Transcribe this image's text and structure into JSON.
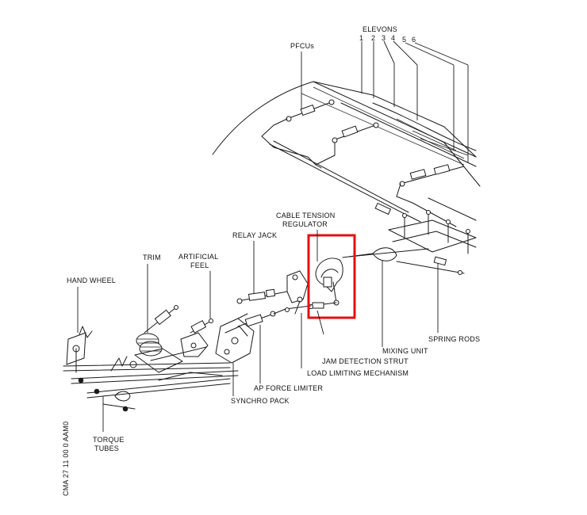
{
  "labels": {
    "elevons": "ELEVONS",
    "elevon_numbers": [
      "1",
      "2",
      "3",
      "4",
      "5",
      "6"
    ],
    "pfcus": "PFCUs",
    "cable_tension_regulator_l1": "CABLE TENSION",
    "cable_tension_regulator_l2": "REGULATOR",
    "relay_jack": "RELAY JACK",
    "trim": "TRIM",
    "artificial_feel_l1": "ARTIFICIAL",
    "artificial_feel_l2": "FEEL",
    "hand_wheel": "HAND WHEEL",
    "spring_rods": "SPRING RODS",
    "mixing_unit": "MIXING UNIT",
    "jam_detection_strut": "JAM DETECTION STRUT",
    "load_limiting_mechanism": "LOAD LIMITING MECHANISM",
    "ap_force_limiter": "AP FORCE LIMITER",
    "synchro_pack": "SYNCHRO PACK",
    "torque_tubes_l1": "TORQUE",
    "torque_tubes_l2": "TUBES",
    "figure_code": "CMA 27 11 00 0 AAM0"
  },
  "colors": {
    "ink": "#1a1a1a",
    "highlight": "#e01010",
    "background": "#ffffff"
  }
}
